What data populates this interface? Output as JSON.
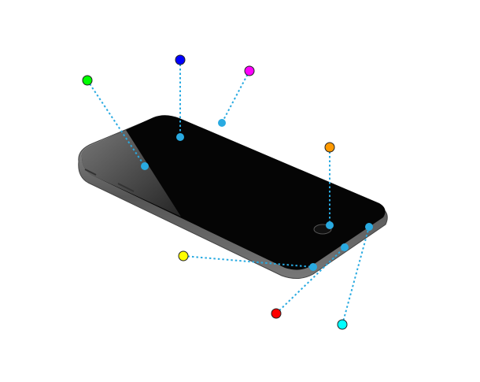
{
  "diagram": {
    "point_color": "#29aae1",
    "line_color": "#29aae1",
    "markers": [
      {
        "name": "green",
        "color": "#00ff00"
      },
      {
        "name": "blue",
        "color": "#0000ff"
      },
      {
        "name": "magenta",
        "color": "#ff00ff"
      },
      {
        "name": "orange",
        "color": "#ff9900"
      },
      {
        "name": "yellow",
        "color": "#ffff00"
      },
      {
        "name": "red",
        "color": "#ff0000"
      },
      {
        "name": "cyan",
        "color": "#00ffff"
      }
    ]
  }
}
